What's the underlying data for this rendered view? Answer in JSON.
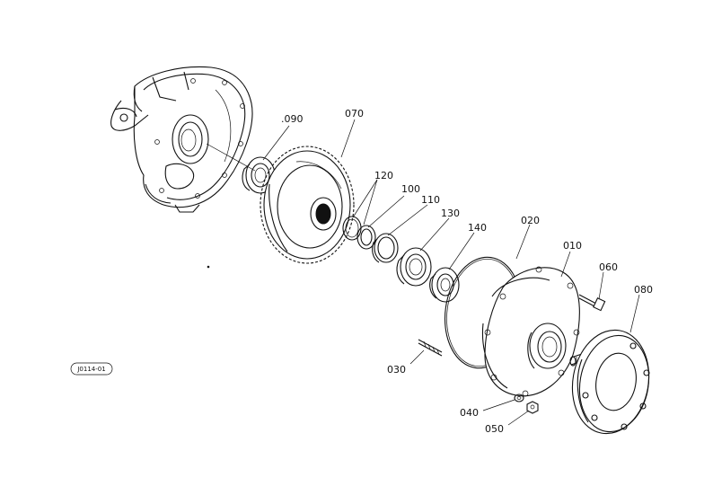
{
  "diagram": {
    "ref_code": "J0114-01",
    "labels": {
      "p010": "010",
      "p020": "020",
      "p030": "030",
      "p040": "040",
      "p050": "050",
      "p060": "060",
      "p070": "070",
      "p080": "080",
      "p090": ".090",
      "p100": "100",
      "p110": "110",
      "p120": "120",
      "p130": "130",
      "p140": "140"
    },
    "colors": {
      "ink": "#111111",
      "paper": "#ffffff"
    }
  }
}
